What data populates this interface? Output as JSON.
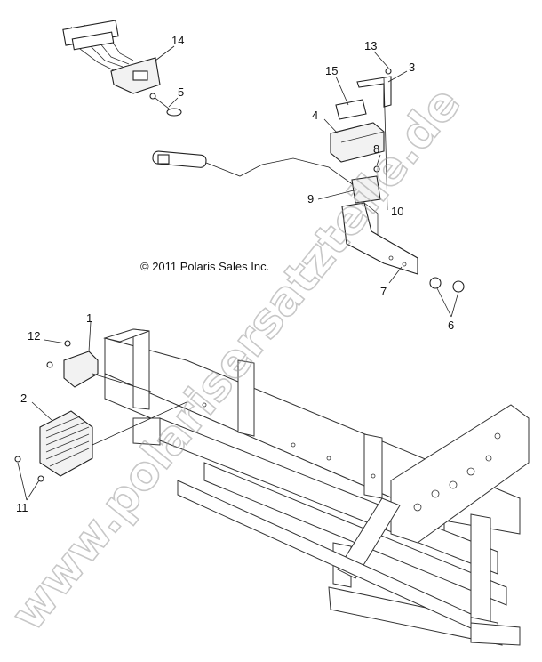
{
  "copyright": "© 2011 Polaris Sales Inc.",
  "watermark": "www.polarisersatzteile.de",
  "callouts": {
    "c1": "1",
    "c2": "2",
    "c3": "3",
    "c4": "4",
    "c5": "5",
    "c6": "6",
    "c7": "7",
    "c8": "8",
    "c9": "9",
    "c10": "10",
    "c11": "11",
    "c12": "12",
    "c13": "13",
    "c14": "14",
    "c15": "15"
  }
}
